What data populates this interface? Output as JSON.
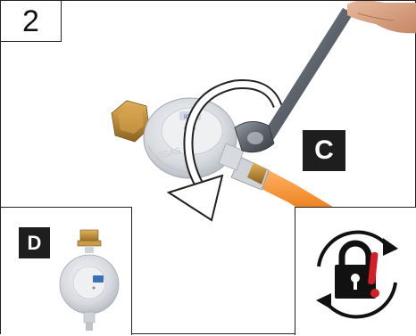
{
  "step": {
    "number": "2"
  },
  "callouts": {
    "main": "C",
    "inset": "D"
  },
  "icons": {
    "main_illustration": "regulator-wrench-tightening",
    "rotation_arrow": "counterclockwise-arrow-icon",
    "inset_regulator": "gas-regulator-icon",
    "lock_warning": "lock-rotate-warning-icon"
  },
  "colors": {
    "brass": "#b8893a",
    "hose": "#f08a2a",
    "lock": "#1a1a1a",
    "warning": "#d41f26",
    "regulator_body": "#dcdfe3"
  }
}
